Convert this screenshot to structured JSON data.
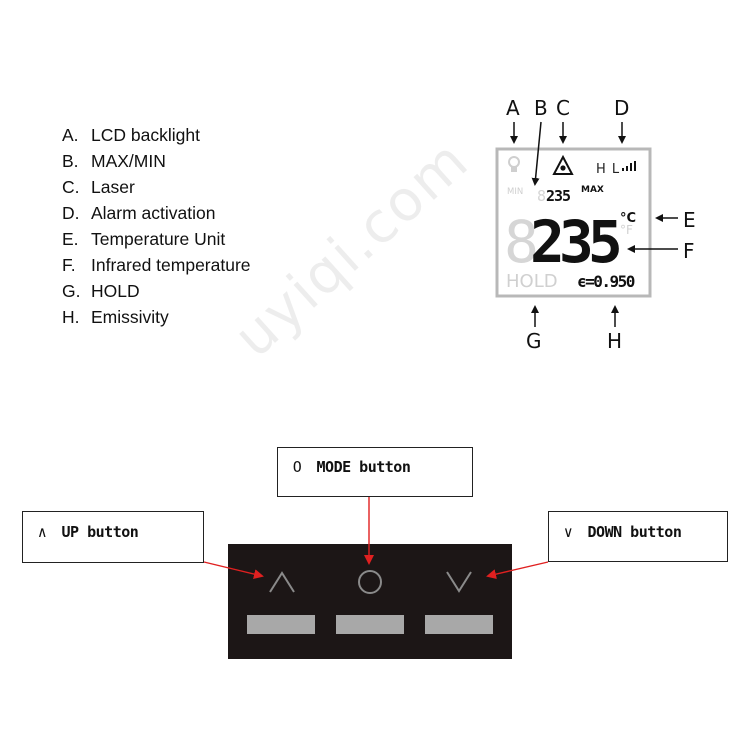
{
  "legend": [
    {
      "key": "A.",
      "label": "LCD backlight"
    },
    {
      "key": "B.",
      "label": "MAX/MIN"
    },
    {
      "key": "C.",
      "label": "Laser"
    },
    {
      "key": "D.",
      "label": "Alarm activation"
    },
    {
      "key": "E.",
      "label": "Temperature Unit"
    },
    {
      "key": "F.",
      "label": "Infrared temperature"
    },
    {
      "key": "G.",
      "label": "HOLD"
    },
    {
      "key": "H.",
      "label": "Emissivity"
    }
  ],
  "callout_letters": {
    "a": "A",
    "b": "B",
    "c": "C",
    "d": "D",
    "e": "E",
    "f": "F",
    "g": "G",
    "h": "H"
  },
  "lcd": {
    "min": "MIN",
    "max": "MAX",
    "small_reading": "235",
    "small_dim_digit": "8",
    "main_reading": "235",
    "main_dim_digit": "8",
    "hl": "H L",
    "unit_c": "°C",
    "unit_f": "°F",
    "hold": "HOLD",
    "emissivity": "ϵ=0.950"
  },
  "buttons": {
    "mode": {
      "symbol": "O",
      "label": "MODE button"
    },
    "up": {
      "symbol": "∧",
      "label": "UP button"
    },
    "down": {
      "symbol": "∨",
      "label": "DOWN button"
    }
  },
  "watermark": "uyiqi.com",
  "colors": {
    "arrow_red": "#e02020",
    "panel": "#1c1616",
    "key_gray": "#a8a8a8",
    "lcd_border": "#b8b8b8"
  }
}
